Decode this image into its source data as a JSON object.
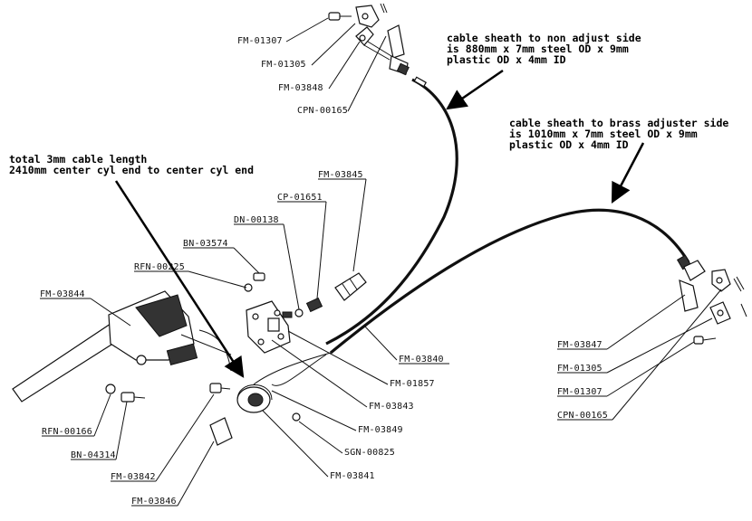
{
  "notes": {
    "non_adjust": [
      "cable sheath to non adjust side",
      "is 880mm x 7mm steel OD x 9mm",
      "plastic OD x 4mm ID"
    ],
    "brass_adjuster": [
      "cable sheath to brass adjuster side",
      "is 1010mm x 7mm steel OD x 9mm",
      "plastic OD x 4mm ID"
    ],
    "total_length": [
      "total 3mm cable length",
      "2410mm center cyl end to center cyl end"
    ]
  },
  "labels": {
    "fm01307_top": "FM-01307",
    "fm01305_top": "FM-01305",
    "fm03848": "FM-03848",
    "cpn00165_top": "CPN-00165",
    "fm03845": "FM-03845",
    "cp01651": "CP-01651",
    "dn00138": "DN-00138",
    "bn03574": "BN-03574",
    "rfn00225": "RFN-00225",
    "fm03844": "FM-03844",
    "fm03840": "FM-03840",
    "fm01857": "FM-01857",
    "fm03843": "FM-03843",
    "fm03849": "FM-03849",
    "sgn00825": "SGN-00825",
    "fm03841": "FM-03841",
    "rfn00166": "RFN-00166",
    "bn04314": "BN-04314",
    "fm03842": "FM-03842",
    "fm03846": "FM-03846",
    "fm03847": "FM-03847",
    "fm01305_right": "FM-01305",
    "fm01307_right": "FM-01307",
    "cpn00165_right": "CPN-00165"
  }
}
